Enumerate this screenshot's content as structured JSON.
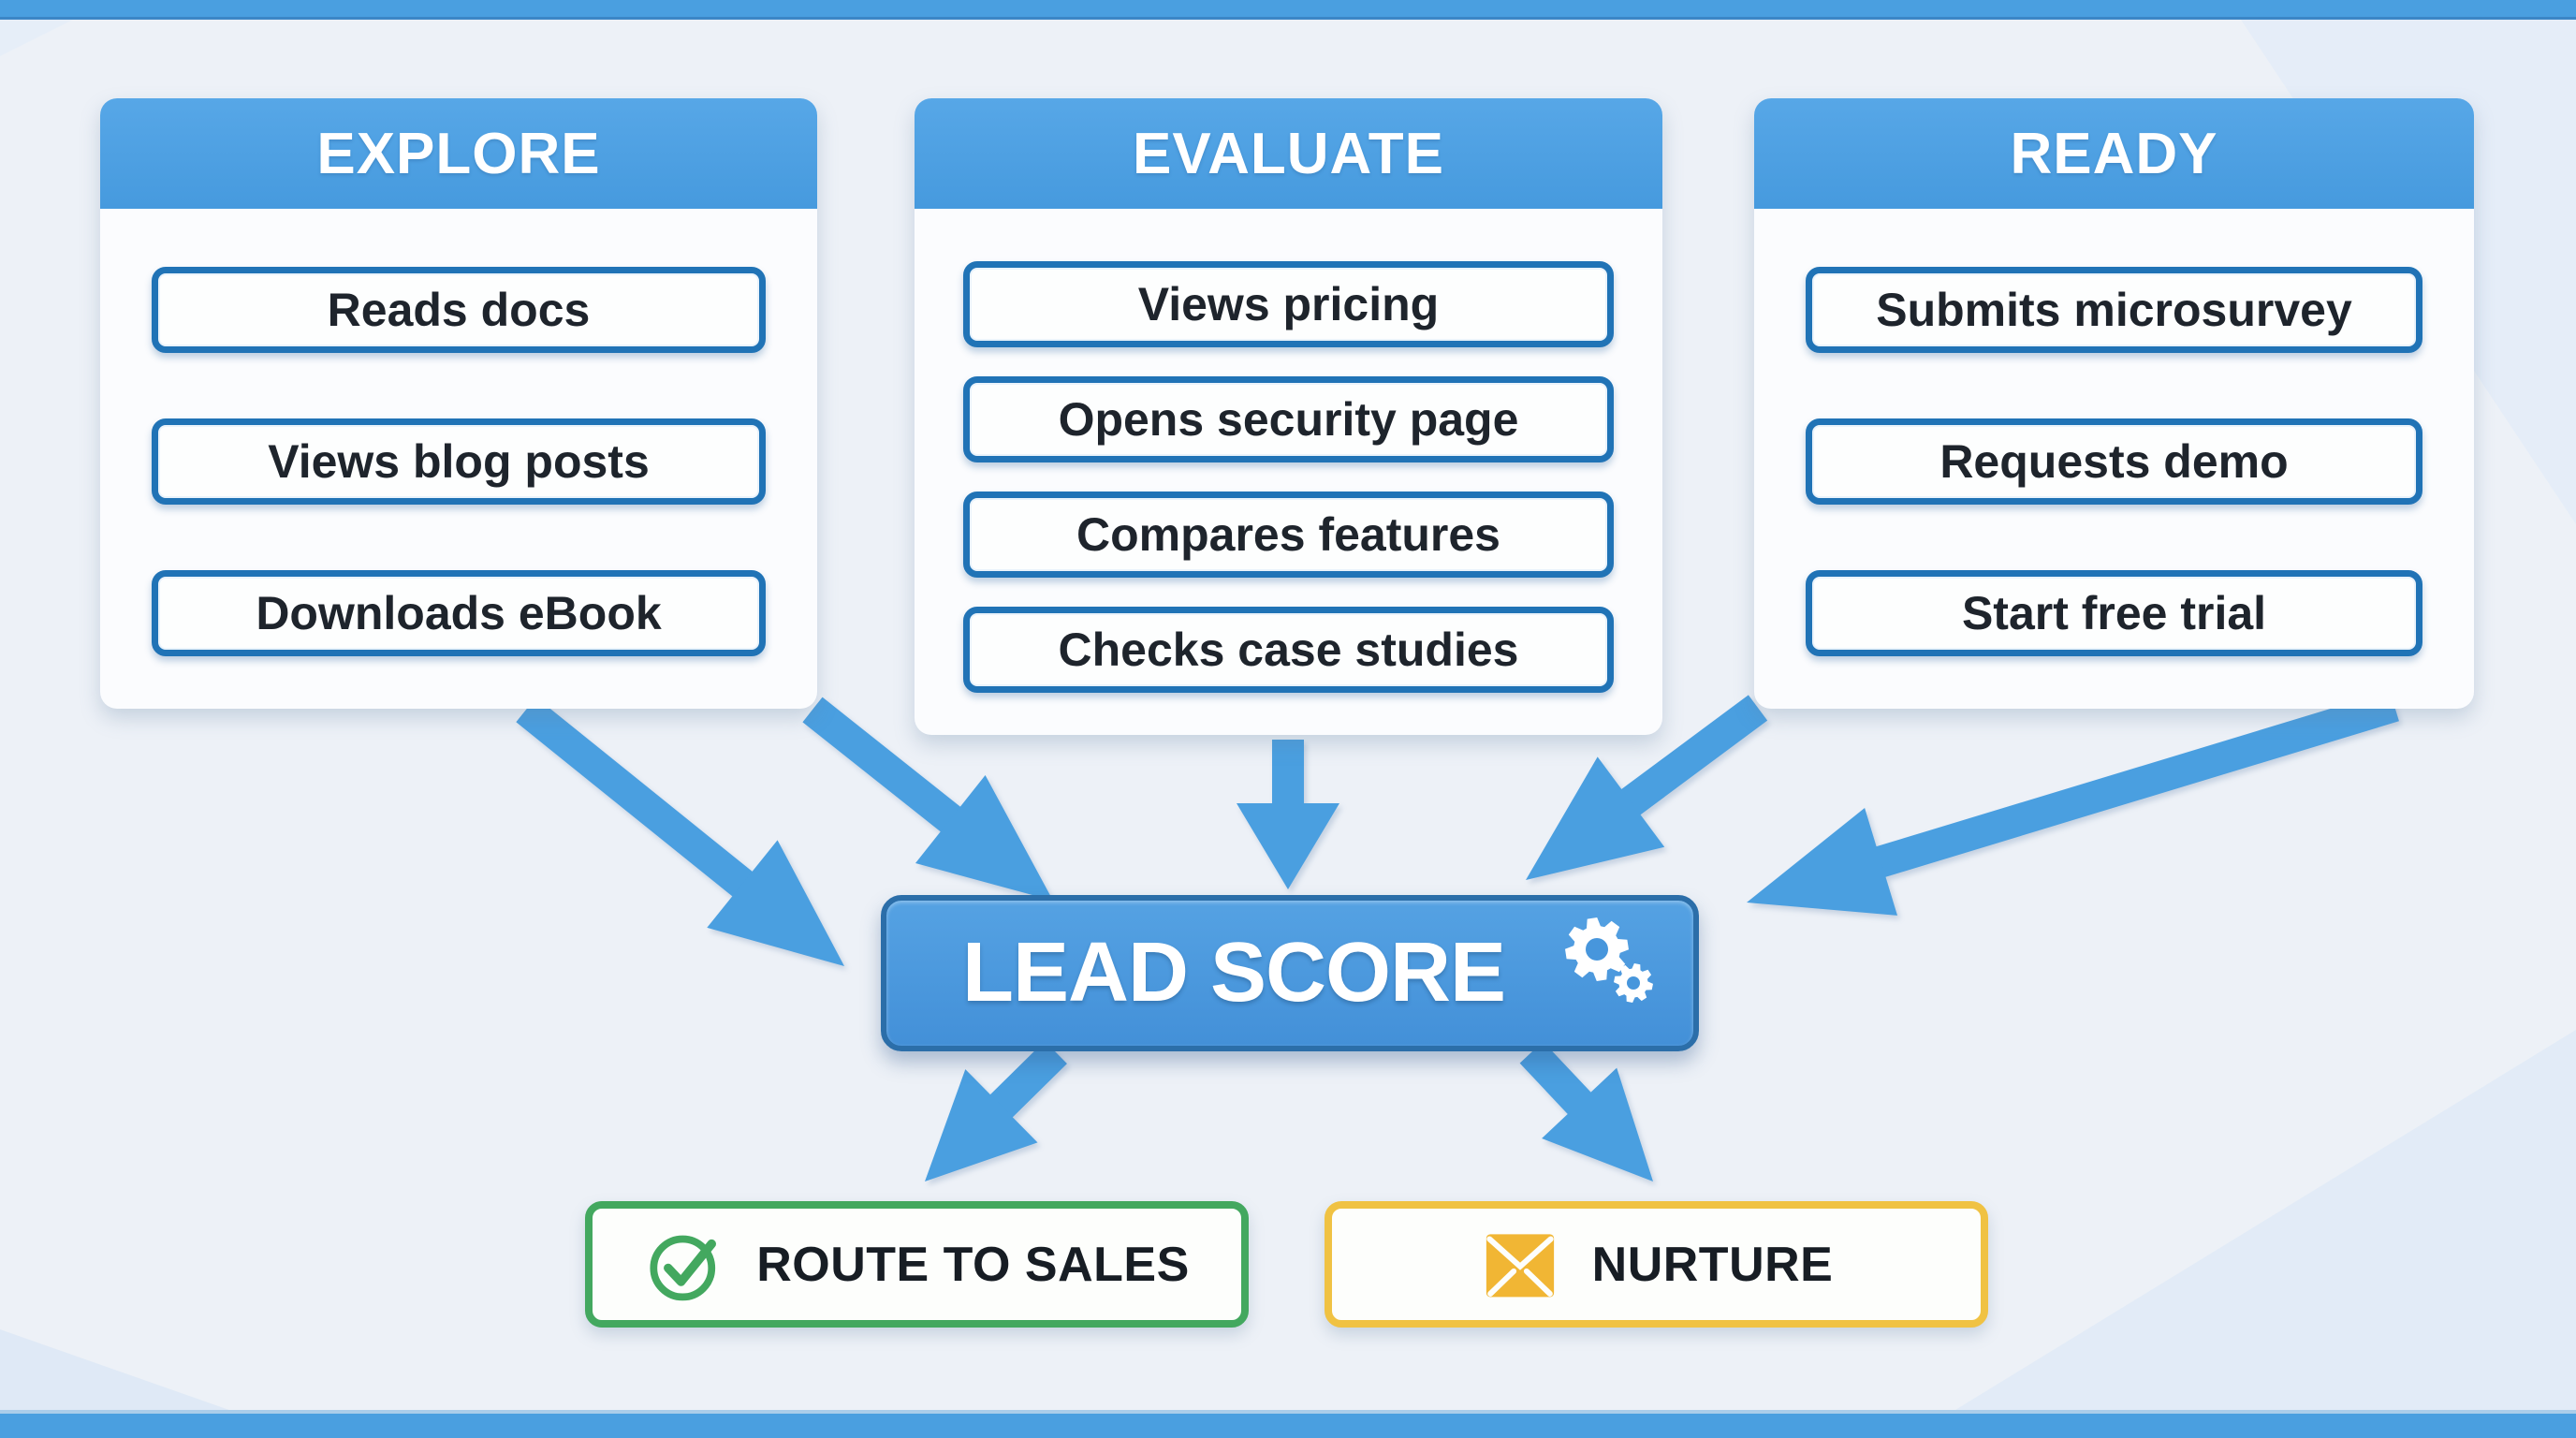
{
  "stages": [
    {
      "title": "EXPLORE",
      "items": [
        "Reads docs",
        "Views blog posts",
        "Downloads eBook"
      ]
    },
    {
      "title": "EVALUATE",
      "items": [
        "Views pricing",
        "Opens security page",
        "Compares features",
        "Checks case studies"
      ]
    },
    {
      "title": "READY",
      "items": [
        "Submits microsurvey",
        "Requests demo",
        "Start free trial"
      ]
    }
  ],
  "lead_score": {
    "label": "LEAD SCORE",
    "icon": "gears-icon"
  },
  "outcomes": [
    {
      "label": "ROUTE TO SALES",
      "icon": "check-circle-icon",
      "color": "#43a85f"
    },
    {
      "label": "NURTURE",
      "icon": "envelope-icon",
      "color": "#f0c243"
    }
  ],
  "colors": {
    "accent_blue": "#4a9fe0",
    "box_border_blue": "#2073b6",
    "lead_score_fill": "#4796dc",
    "green": "#43a85f",
    "yellow": "#f0c243",
    "envelope_gold": "#f1b634",
    "background": "#edf1f7"
  }
}
